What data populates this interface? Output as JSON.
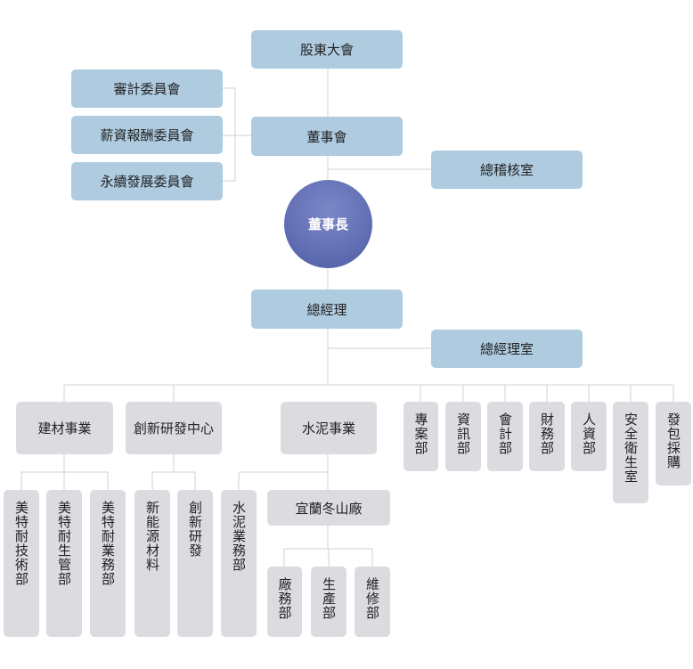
{
  "top": {
    "shareholders": "股東大會",
    "board": "董事會",
    "chairman": "董事長",
    "audit_office": "總稽核室",
    "gm": "總經理",
    "gm_office": "總經理室"
  },
  "committees": [
    "審計委員會",
    "薪資報酬委員會",
    "永續發展委員會"
  ],
  "divisions": {
    "building": "建材事業",
    "innovation": "創新研發中心",
    "cement": "水泥事業",
    "plant": "宜蘭冬山廠"
  },
  "building_units": [
    "美特耐技術部",
    "美特耐生管部",
    "美特耐業務部"
  ],
  "innovation_units": [
    "新能源材料",
    "創新研發"
  ],
  "cement_units": [
    "水泥業務部"
  ],
  "plant_units": [
    "廠務部",
    "生產部",
    "維修部"
  ],
  "departments": [
    "專案部",
    "資訊部",
    "會計部",
    "財務部",
    "人資部",
    "安全衛生室",
    "發包採購"
  ]
}
